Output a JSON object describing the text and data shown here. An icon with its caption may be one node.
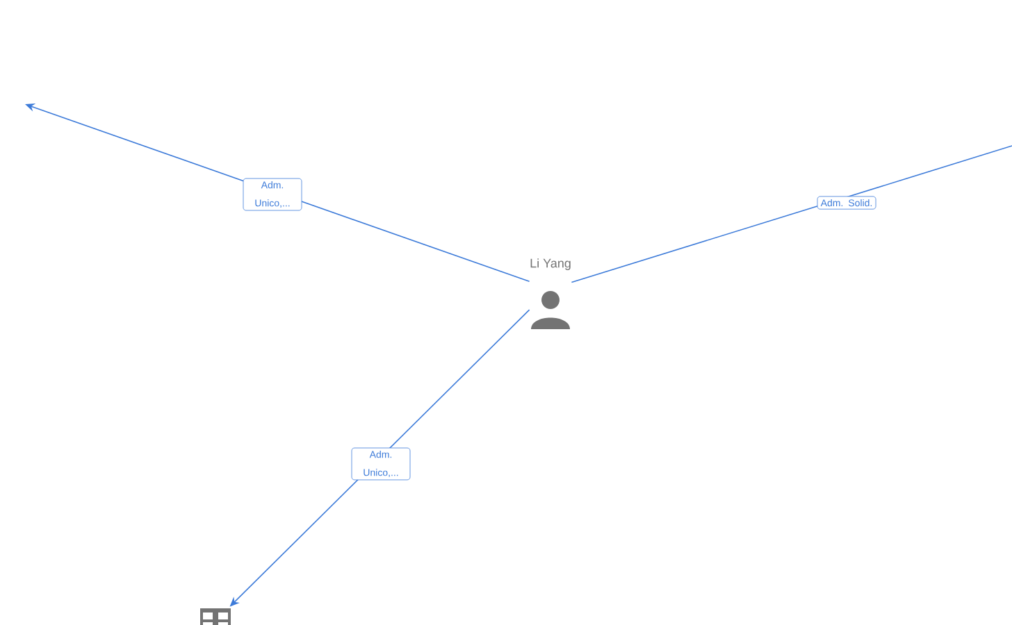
{
  "diagram": {
    "nodes": [
      {
        "text": [
          "Li Yang"
        ]
      },
      {
        "text": [],
        "shape": "building"
      }
    ],
    "edges": [
      {
        "from": 0,
        "to": null,
        "arrow": "to",
        "label": "Adm. Unico,..."
      },
      {
        "from": 0,
        "to": null,
        "arrow": "none",
        "label": "Adm. Solid."
      },
      {
        "from": 0,
        "to": 1,
        "arrow": "to",
        "label": "Adm. Unico,..."
      }
    ]
  }
}
